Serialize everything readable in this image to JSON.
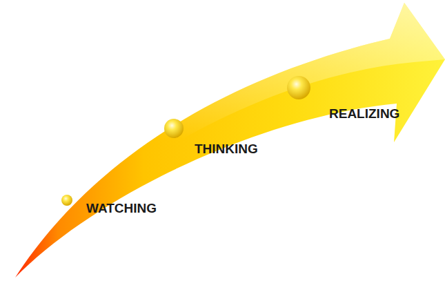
{
  "diagram": {
    "labels": [
      "WATCHING",
      "THINKING",
      "REALIZING"
    ]
  }
}
